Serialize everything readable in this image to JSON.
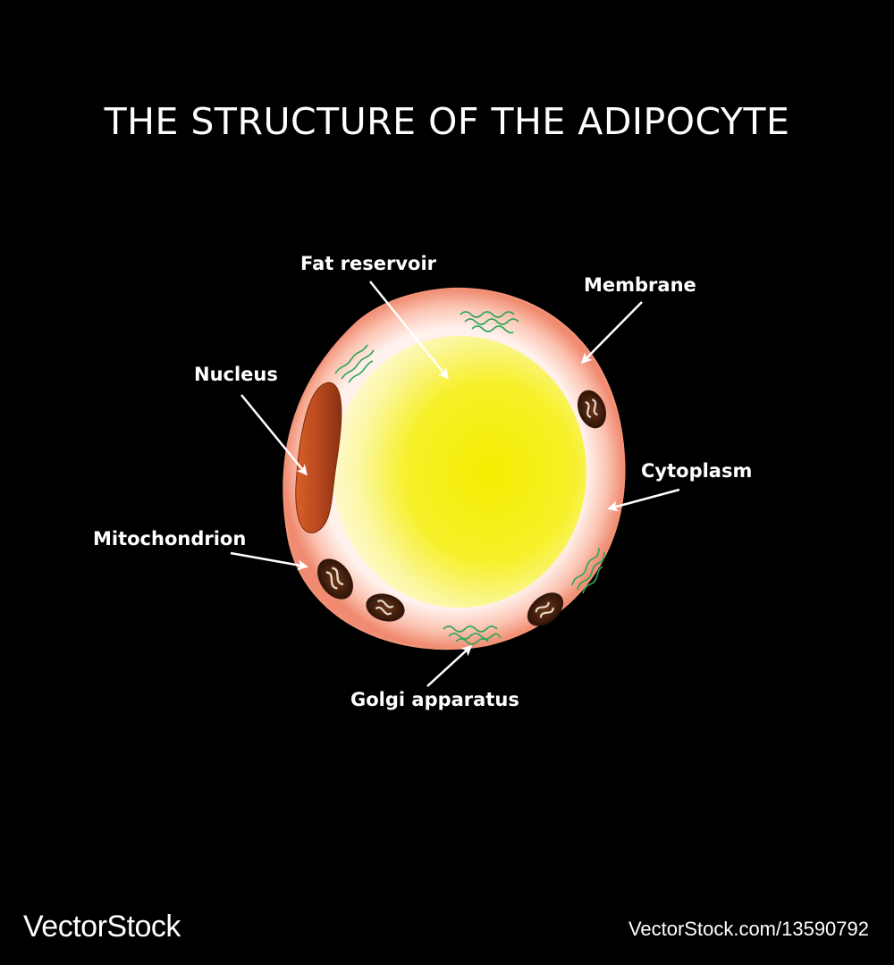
{
  "title": "THE STRUCTURE OF THE ADIPOCYTE",
  "labels": {
    "fat_reservoir": "Fat reservoir",
    "membrane": "Membrane",
    "nucleus": "Nucleus",
    "cytoplasm": "Cytoplasm",
    "mitochondrion": "Mitochondrion",
    "golgi_apparatus": "Golgi apparatus"
  },
  "footer": {
    "brand": "VectorStock",
    "image_id": "VectorStock.com/13590792"
  },
  "colors": {
    "background": "#000000",
    "fat_droplet": "#f4ee18",
    "membrane": "#f6a28c",
    "cytoplasm": "#fff4f0",
    "nucleus": "#b5451c",
    "mitochondrion": "#5a2a14",
    "golgi": "#2fa55a",
    "text": "#ffffff"
  }
}
